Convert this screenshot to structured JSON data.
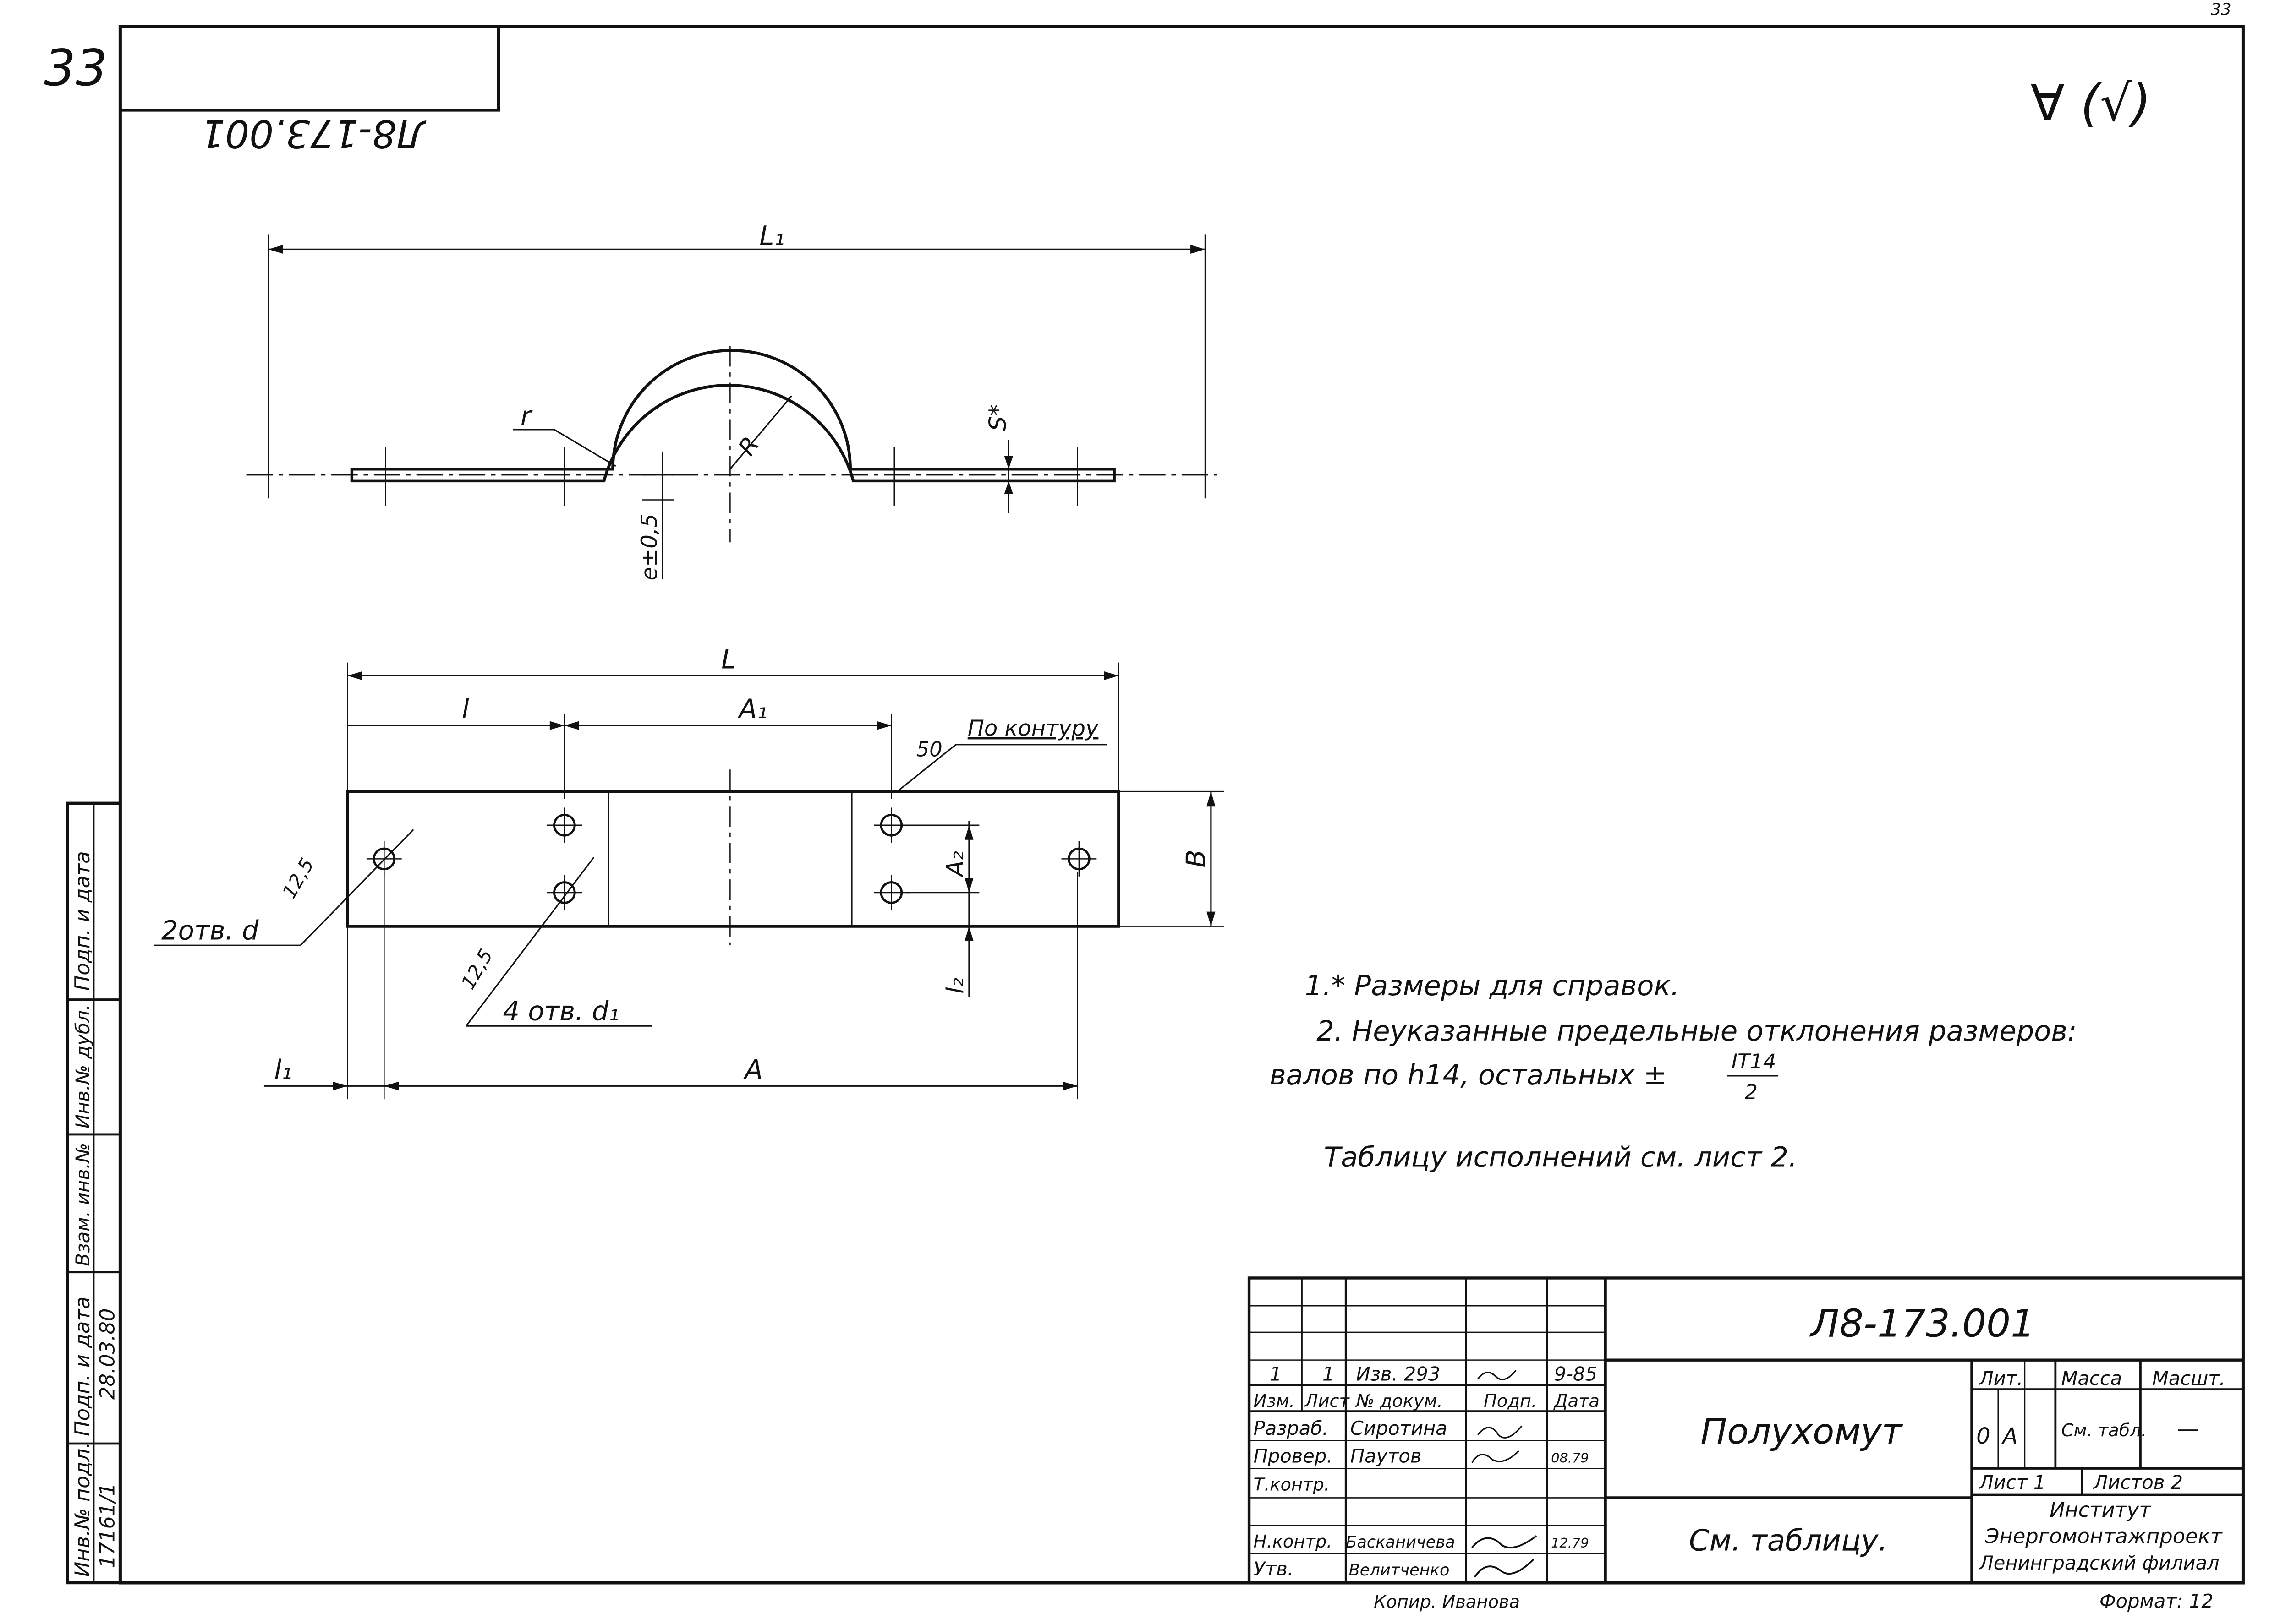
{
  "sheet": {
    "page_number_corner": "33",
    "page_number_left": "33",
    "mirrored_code": "Л8-173.001",
    "roughness_symbol": "∀ (√)"
  },
  "drawing": {
    "view_top": {
      "dim_L1": "L₁",
      "label_r": "r",
      "label_R": "R",
      "label_S": "S*",
      "label_e": "e±0,5"
    },
    "view_plan": {
      "dim_L": "L",
      "dim_l": "l",
      "dim_A1": "A₁",
      "contour_50": "50",
      "contour_label": "По контуру",
      "dim_B": "B",
      "dim_A2": "A₂",
      "dim_l2": "l₂",
      "dim_12_5a": "12,5",
      "dim_12_5b": "12,5",
      "holes_2": "2отв. d",
      "holes_4": "4 отв. d₁",
      "dim_l1": "l₁",
      "dim_A": "A"
    }
  },
  "notes": {
    "n1": "1.* Размеры для справок.",
    "n2": "2. Неуказанные предельные отклонения размеров:",
    "n2b": "валов по h14, остальных ±",
    "frac_num": "IT14",
    "frac_den": "2",
    "n3": "Таблицу исполнений см. лист 2."
  },
  "side_stamp": {
    "cols": [
      "Подп. и дата",
      "Инв.№ дубл.",
      "Взам. инв.№",
      "Подп. и дата",
      "Инв.№ подл."
    ],
    "date": "28.03.80",
    "inv": "17161/1"
  },
  "title_block": {
    "code": "Л8-173.001",
    "name": "Полухомут",
    "material": "См. таблицу.",
    "rev_row": [
      "1",
      "1",
      "Изв. 293",
      "",
      "9-85"
    ],
    "hdr": [
      "Изм.",
      "Лист",
      "№ докум.",
      "Подп.",
      "Дата"
    ],
    "roles": [
      {
        "role": "Разраб.",
        "name": "Сиротина",
        "date": ""
      },
      {
        "role": "Провер.",
        "name": "Паутов",
        "date": "08.79"
      },
      {
        "role": "Т.контр.",
        "name": "",
        "date": ""
      },
      {
        "role": "Н.контр.",
        "name": "Басканичева",
        "date": "12.79"
      },
      {
        "role": "Утв.",
        "name": "Велитченко",
        "date": ""
      }
    ],
    "lit": "Лит.",
    "mass": "Масса",
    "scale": "Масшт.",
    "lit_0": "0",
    "lit_A": "А",
    "mass_val": "См. табл.",
    "scale_val": "—",
    "sheet": "Лист 1",
    "sheets": "Листов 2",
    "org1": "Институт",
    "org2": "Энергомонтажпроект",
    "org3": "Ленинградский филиал",
    "copy": "Копир. Иванова",
    "format": "Формат: 12"
  }
}
